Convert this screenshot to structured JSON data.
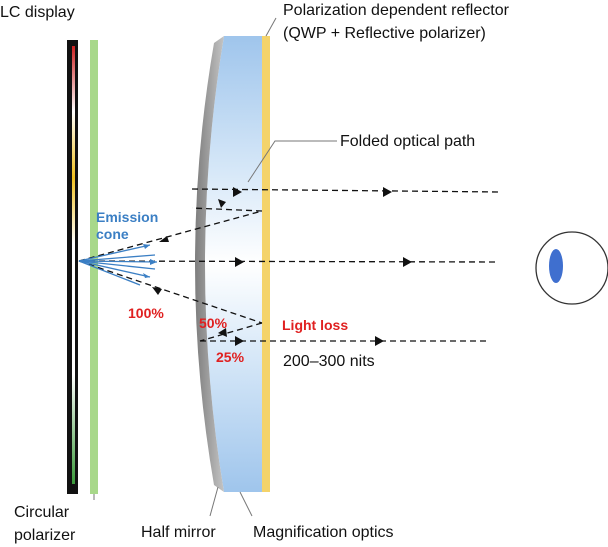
{
  "labels": {
    "lc_display": "LC display",
    "reflector_line1": "Polarization dependent reflector",
    "reflector_line2": "(QWP + Reflective polarizer)",
    "folded_path": "Folded optical path",
    "emission_line1": "Emission",
    "emission_line2": "cone",
    "pct_100": "100%",
    "pct_50": "50%",
    "pct_25": "25%",
    "light_loss": "Light loss",
    "nits": "200–300 nits",
    "circular_line1": "Circular",
    "circular_line2": "polarizer",
    "half_mirror": "Half mirror",
    "magnification": "Magnification optics"
  },
  "colors": {
    "display": "#111111",
    "polarizer": "#a8d88a",
    "lens_blue": "#9fc5ec",
    "half_mirror": "#9a9a9a",
    "reflector": "#f4d36a",
    "eye_pupil": "#3f6fcf",
    "red_text": "#e02020",
    "blue_text": "#3b7fc4"
  }
}
